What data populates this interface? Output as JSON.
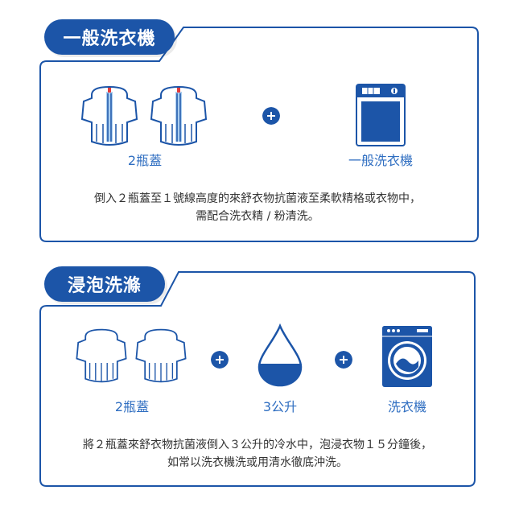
{
  "sections": [
    {
      "title": "一般洗衣機",
      "items": [
        {
          "label": "2瓶蓋",
          "icon": "bottle-cap-with-line-icon"
        },
        {
          "label": "一般洗衣機",
          "icon": "top-load-washer-icon"
        }
      ],
      "desc": [
        "倒入２瓶蓋至１號線高度的來舒衣物抗菌液至柔軟精格或衣物中，",
        "需配合洗衣精 / 粉清洗。"
      ]
    },
    {
      "title": "浸泡洗滌",
      "items": [
        {
          "label": "2瓶蓋",
          "icon": "bottle-cap-icon"
        },
        {
          "label": "3公升",
          "icon": "water-drop-icon"
        },
        {
          "label": "洗衣機",
          "icon": "front-load-washer-icon"
        }
      ],
      "desc": [
        "將２瓶蓋來舒衣物抗菌液倒入３公升的冷水中，泡浸衣物１５分鐘後，",
        "如常以洗衣機洗或用清水徹底沖洗。"
      ]
    }
  ],
  "colors": {
    "primary": "#1c55a8",
    "label": "#2f6ec1",
    "water": "#1c55a8",
    "marker": "#e23b3b"
  }
}
